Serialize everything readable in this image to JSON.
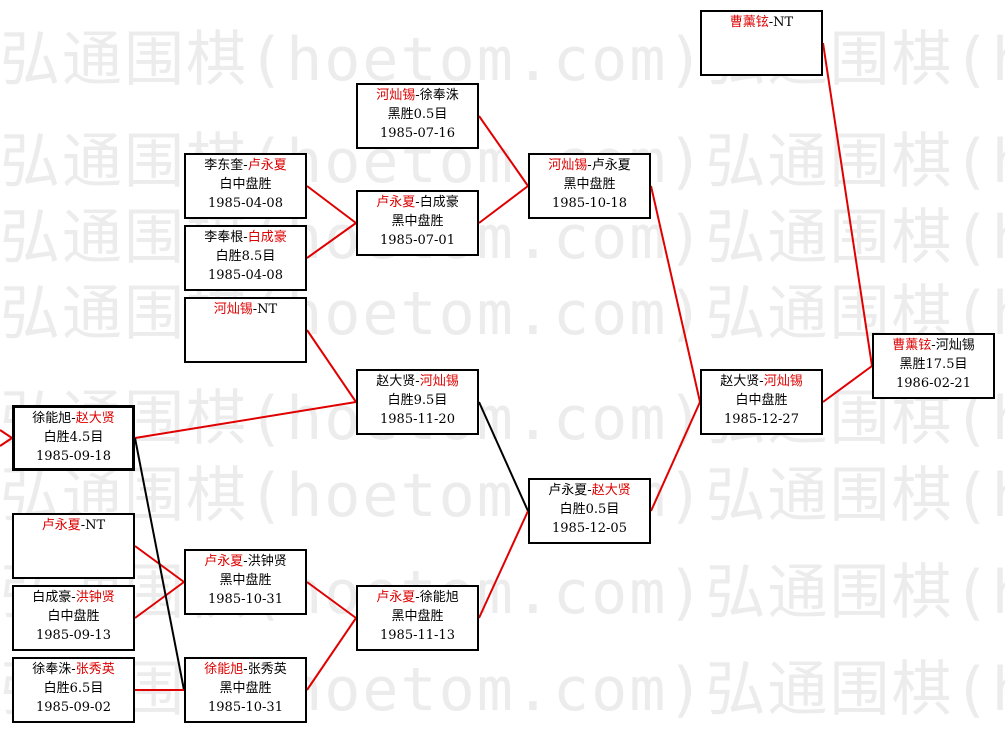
{
  "watermark": "弘通围棋(hoetom.com)弘通围棋(hoetom.com)弘通围棋(hoetom.com)",
  "colors": {
    "winner": "#dd0000",
    "winner_line": "#e00000",
    "loser_line": "#000000",
    "box_border": "#000000",
    "watermark": "#ececec"
  },
  "games": [
    {
      "id": "g01",
      "segments": [
        {
          "text": "曹薰铉",
          "winner": true
        },
        {
          "text": "-NT",
          "winner": false
        }
      ],
      "result": "",
      "date": ""
    },
    {
      "id": "g02",
      "segments": [
        {
          "text": "河灿锡",
          "winner": true
        },
        {
          "text": "-徐奉洙",
          "winner": false
        }
      ],
      "result": "黑胜0.5目",
      "date": "1985-07-16"
    },
    {
      "id": "g03",
      "segments": [
        {
          "text": "李东奎-",
          "winner": false
        },
        {
          "text": "卢永夏",
          "winner": true
        }
      ],
      "result": "白中盘胜",
      "date": "1985-04-08"
    },
    {
      "id": "g04",
      "segments": [
        {
          "text": "卢永夏",
          "winner": true
        },
        {
          "text": "-白成豪",
          "winner": false
        }
      ],
      "result": "黑中盘胜",
      "date": "1985-07-01"
    },
    {
      "id": "g05",
      "segments": [
        {
          "text": "河灿锡",
          "winner": true
        },
        {
          "text": "-卢永夏",
          "winner": false
        }
      ],
      "result": "黑中盘胜",
      "date": "1985-10-18"
    },
    {
      "id": "g06",
      "segments": [
        {
          "text": "李奉根-",
          "winner": false
        },
        {
          "text": "白成豪",
          "winner": true
        }
      ],
      "result": "白胜8.5目",
      "date": "1985-04-08"
    },
    {
      "id": "g07",
      "segments": [
        {
          "text": "河灿锡",
          "winner": true
        },
        {
          "text": "-NT",
          "winner": false
        }
      ],
      "result": "",
      "date": ""
    },
    {
      "id": "g08",
      "segments": [
        {
          "text": "曹薰铉",
          "winner": true
        },
        {
          "text": "-河灿锡",
          "winner": false
        }
      ],
      "result": "黑胜17.5目",
      "date": "1986-02-21"
    },
    {
      "id": "g09",
      "segments": [
        {
          "text": "赵大贤-",
          "winner": false
        },
        {
          "text": "河灿锡",
          "winner": true
        }
      ],
      "result": "白胜9.5目",
      "date": "1985-11-20"
    },
    {
      "id": "g10",
      "segments": [
        {
          "text": "赵大贤-",
          "winner": false
        },
        {
          "text": "河灿锡",
          "winner": true
        }
      ],
      "result": "白中盘胜",
      "date": "1985-12-27"
    },
    {
      "id": "g11",
      "segments": [
        {
          "text": "徐能旭-",
          "winner": false
        },
        {
          "text": "赵大贤",
          "winner": true
        }
      ],
      "result": "白胜4.5目",
      "date": "1985-09-18"
    },
    {
      "id": "g12",
      "segments": [
        {
          "text": "卢永夏-",
          "winner": false
        },
        {
          "text": "赵大贤",
          "winner": true
        }
      ],
      "result": "白胜0.5目",
      "date": "1985-12-05"
    },
    {
      "id": "g13",
      "segments": [
        {
          "text": "卢永夏",
          "winner": true
        },
        {
          "text": "-NT",
          "winner": false
        }
      ],
      "result": "",
      "date": ""
    },
    {
      "id": "g14",
      "segments": [
        {
          "text": "卢永夏",
          "winner": true
        },
        {
          "text": "-洪钟贤",
          "winner": false
        }
      ],
      "result": "黑中盘胜",
      "date": "1985-10-31"
    },
    {
      "id": "g15",
      "segments": [
        {
          "text": "白成豪-",
          "winner": false
        },
        {
          "text": "洪钟贤",
          "winner": true
        }
      ],
      "result": "白中盘胜",
      "date": "1985-09-13"
    },
    {
      "id": "g16",
      "segments": [
        {
          "text": "卢永夏",
          "winner": true
        },
        {
          "text": "-徐能旭",
          "winner": false
        }
      ],
      "result": "黑中盘胜",
      "date": "1985-11-13"
    },
    {
      "id": "g17",
      "segments": [
        {
          "text": "徐奉洙-",
          "winner": false
        },
        {
          "text": "张秀英",
          "winner": true
        }
      ],
      "result": "白胜6.5目",
      "date": "1985-09-02"
    },
    {
      "id": "g18",
      "segments": [
        {
          "text": "徐能旭",
          "winner": true
        },
        {
          "text": "-张秀英",
          "winner": false
        }
      ],
      "result": "黑中盘胜",
      "date": "1985-10-31"
    }
  ],
  "links": [
    {
      "from": "g01",
      "to": "g08",
      "winner": true
    },
    {
      "from": "g10",
      "to": "g08",
      "winner": true
    },
    {
      "from": "g05",
      "to": "g10",
      "winner": true
    },
    {
      "from": "g12",
      "to": "g10",
      "winner": true
    },
    {
      "from": "g02",
      "to": "g05",
      "winner": true
    },
    {
      "from": "g04",
      "to": "g05",
      "winner": true
    },
    {
      "from": "g03",
      "to": "g04",
      "winner": true
    },
    {
      "from": "g06",
      "to": "g04",
      "winner": true
    },
    {
      "from": "g09",
      "to": "g12",
      "winner": false
    },
    {
      "from": "g16",
      "to": "g12",
      "winner": true
    },
    {
      "from": "g07",
      "to": "g09",
      "winner": true
    },
    {
      "from": "g11",
      "to": "g09",
      "winner": true
    },
    {
      "from": "g14",
      "to": "g16",
      "winner": true
    },
    {
      "from": "g18",
      "to": "g16",
      "winner": true
    },
    {
      "from": "g13",
      "to": "g14",
      "winner": true
    },
    {
      "from": "g15",
      "to": "g14",
      "winner": true
    },
    {
      "from": "g11",
      "to": "g18",
      "winner": false
    },
    {
      "from": "g17",
      "to": "g18",
      "winner": true
    }
  ]
}
